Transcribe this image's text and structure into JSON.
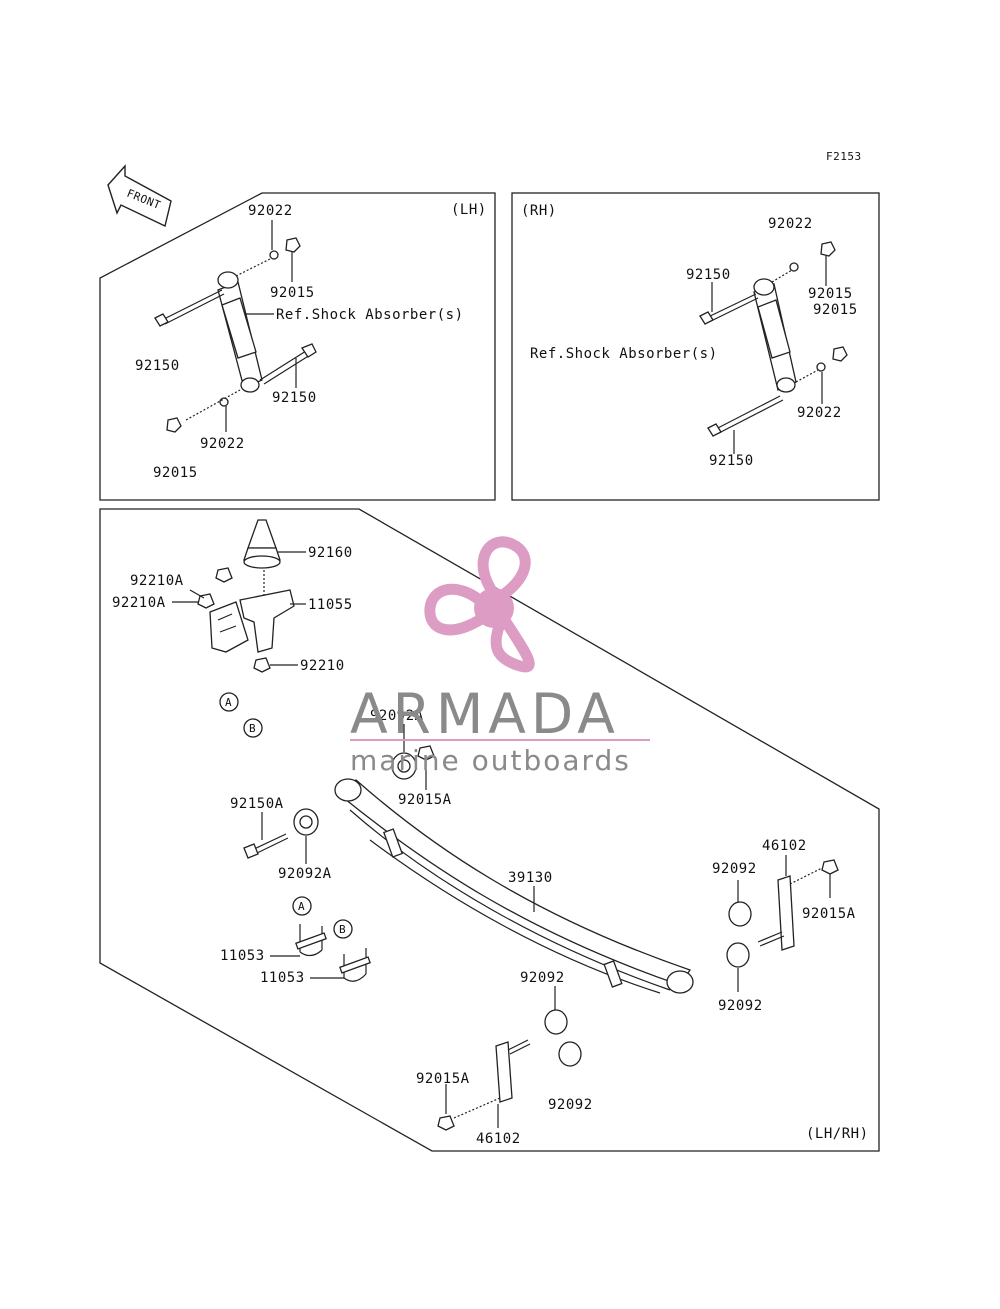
{
  "figure_code": "F2153",
  "front_label": "FRONT",
  "panels": {
    "lh": {
      "side_label": "(LH)",
      "ref_text": "Ref.Shock Absorber(s)",
      "labels": [
        "92022",
        "92015",
        "92150",
        "92150",
        "92022",
        "92015"
      ]
    },
    "rh": {
      "side_label": "(RH)",
      "ref_text": "Ref.Shock Absorber(s)",
      "labels": [
        "92022",
        "92150",
        "92015",
        "92015",
        "92022",
        "92150"
      ]
    },
    "spring": {
      "side_label": "(LH/RH)",
      "labels": [
        "92160",
        "92210A",
        "92210A",
        "11055",
        "92210",
        "A",
        "B",
        "92092A",
        "92015A",
        "92150A",
        "92092A",
        "39130",
        "46102",
        "92092",
        "92015A",
        "92092",
        "A",
        "B",
        "11053",
        "11053",
        "92092",
        "92015A",
        "46102",
        "92092"
      ]
    }
  },
  "watermark": {
    "name": "ARMADA",
    "tagline": "marine outboards",
    "colors": {
      "pink": "#dd9cc3",
      "gray": "#8a8a8a"
    }
  }
}
